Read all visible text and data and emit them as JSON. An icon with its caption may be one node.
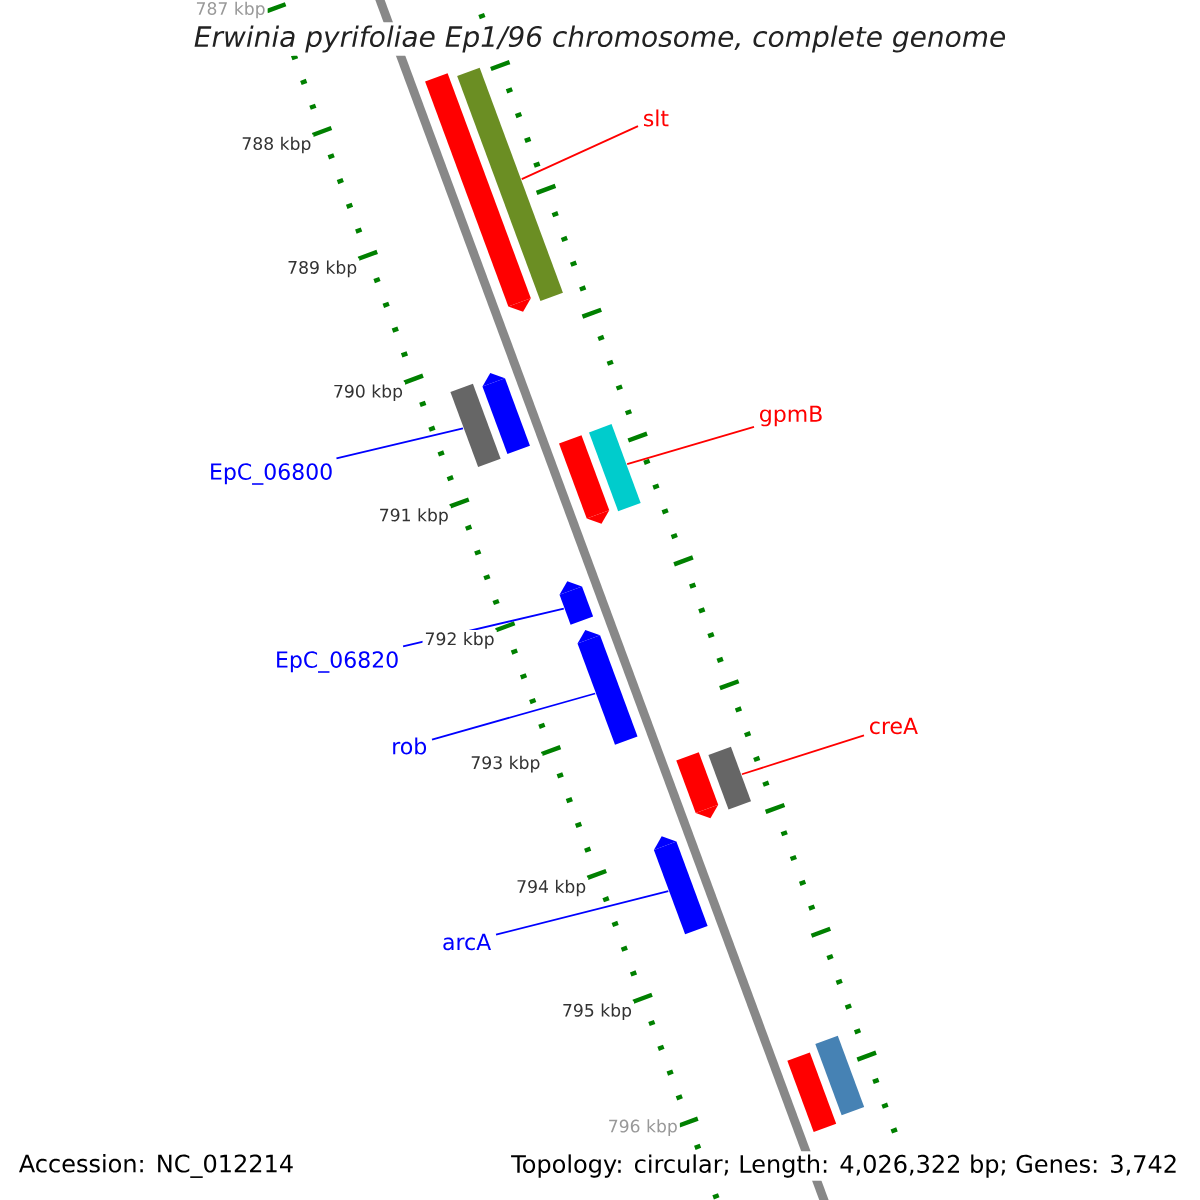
{
  "diagram": {
    "title": "Erwinia pyrifoliae Ep1/96 chromosome, complete genome",
    "nodes": [
      {
        "text": [
          "slt"
        ]
      },
      {
        "text": [
          "gpmB"
        ]
      },
      {
        "text": [
          "creA"
        ]
      },
      {
        "text": [
          "EpC_06800"
        ]
      },
      {
        "text": [
          "EpC_06820"
        ]
      },
      {
        "text": [
          "rob"
        ]
      },
      {
        "text": [
          "arcA"
        ]
      },
      {
        "text": [],
        "shape": "arrow"
      },
      {
        "text": [],
        "shape": "bar"
      },
      {
        "text": [],
        "shape": "bar"
      },
      {
        "text": [],
        "shape": "arrow"
      },
      {
        "text": [],
        "shape": "arrow"
      },
      {
        "text": [],
        "shape": "bar"
      },
      {
        "text": [],
        "shape": "arrow"
      },
      {
        "text": [],
        "shape": "arrow"
      },
      {
        "text": [],
        "shape": "arrow"
      },
      {
        "text": [],
        "shape": "bar"
      },
      {
        "text": [],
        "shape": "arrow"
      },
      {
        "text": [],
        "shape": "bar"
      },
      {
        "text": [],
        "shape": "bar"
      }
    ],
    "edges": [
      {
        "from": 0,
        "to": 8,
        "arrow": "none",
        "color": "#ff0000"
      },
      {
        "from": 1,
        "to": 12,
        "arrow": "none",
        "color": "#ff0000"
      },
      {
        "from": 2,
        "to": 16,
        "arrow": "none",
        "color": "#ff0000"
      },
      {
        "from": 3,
        "to": 9,
        "arrow": "none"
      },
      {
        "from": 4,
        "to": 13,
        "arrow": "none"
      },
      {
        "from": 5,
        "to": 14,
        "arrow": "none"
      },
      {
        "from": 6,
        "to": 17,
        "arrow": "none"
      }
    ],
    "labels": [
      "787 kbp",
      "788 kbp",
      "789 kbp",
      "790 kbp",
      "791 kbp",
      "792 kbp",
      "793 kbp",
      "794 kbp",
      "795 kbp",
      "796 kbp",
      "Accession: NC_012214",
      "Topology: circular; Length: 4,026,322 bp; Genes: 3,742"
    ]
  }
}
